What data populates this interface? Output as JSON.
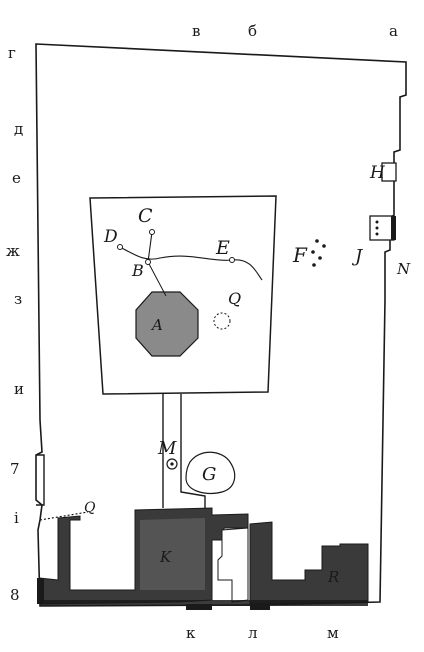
{
  "title": "",
  "edge_labels": {
    "a": "а",
    "b": "б",
    "v": "в",
    "g": "г",
    "d": "д",
    "e": "е",
    "zh": "ж",
    "z": "з",
    "i_cyr": "и",
    "seven": "7",
    "i_dec": "i",
    "eight": "8",
    "k": "к",
    "l": "л",
    "m": "м"
  },
  "letters": {
    "D": "D",
    "C": "C",
    "B": "B",
    "E": "E",
    "F": "F",
    "A": "A",
    "Q": "Q",
    "M": "M",
    "G": "G",
    "Q2": "Q",
    "K": "K",
    "R": "R",
    "N": "N",
    "J": "J",
    "H": "H"
  },
  "colors": {
    "ink": "#1a1a1a",
    "fill_dark": "#2d2d2d",
    "fill_mid": "#6a6a6a",
    "fill_octagon": "#8a8a8a",
    "paper": "#ffffff"
  }
}
